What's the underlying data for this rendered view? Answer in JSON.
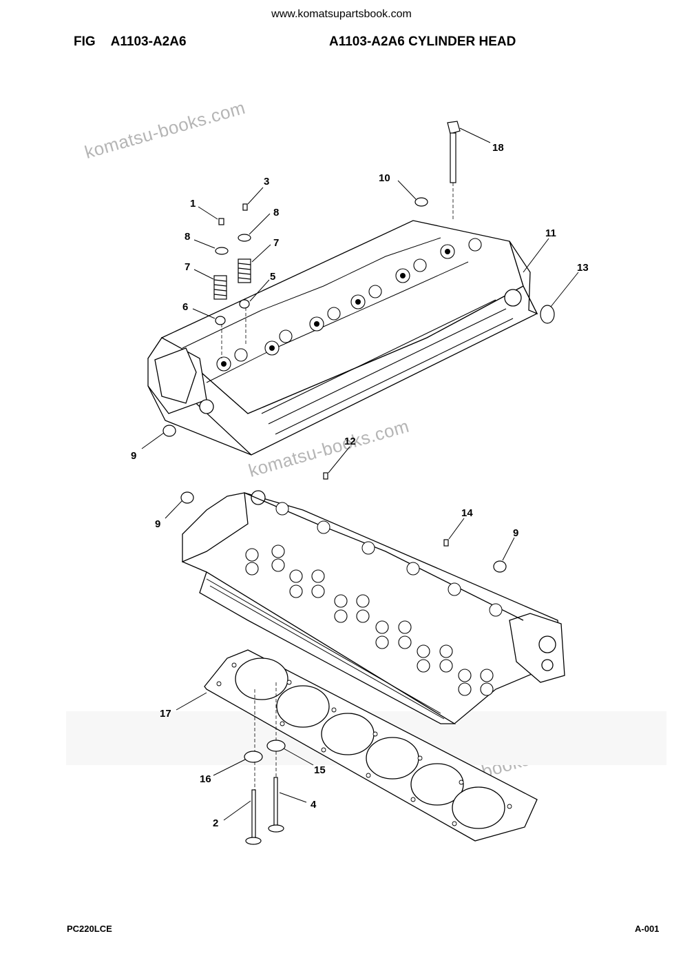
{
  "header": {
    "url": "www.komatsupartsbook.com",
    "fig_prefix": "FIG",
    "fig_code": "A1103-A2A6",
    "title": "A1103-A2A6 CYLINDER HEAD"
  },
  "watermarks": [
    "komatsu-books.com",
    "komatsu-books.com",
    "komatsu-books.com"
  ],
  "callouts": [
    {
      "id": "c18",
      "label": "18"
    },
    {
      "id": "c10",
      "label": "10"
    },
    {
      "id": "c3",
      "label": "3"
    },
    {
      "id": "c1",
      "label": "1"
    },
    {
      "id": "c8a",
      "label": "8"
    },
    {
      "id": "c8b",
      "label": "8"
    },
    {
      "id": "c7a",
      "label": "7"
    },
    {
      "id": "c7b",
      "label": "7"
    },
    {
      "id": "c5",
      "label": "5"
    },
    {
      "id": "c6",
      "label": "6"
    },
    {
      "id": "c11",
      "label": "11"
    },
    {
      "id": "c13",
      "label": "13"
    },
    {
      "id": "c9a",
      "label": "9"
    },
    {
      "id": "c12",
      "label": "12"
    },
    {
      "id": "c9b",
      "label": "9"
    },
    {
      "id": "c14",
      "label": "14"
    },
    {
      "id": "c9c",
      "label": "9"
    },
    {
      "id": "c17",
      "label": "17"
    },
    {
      "id": "c16",
      "label": "16"
    },
    {
      "id": "c15",
      "label": "15"
    },
    {
      "id": "c4",
      "label": "4"
    },
    {
      "id": "c2",
      "label": "2"
    }
  ],
  "footer": {
    "model": "PC220LCE",
    "page": "A-001"
  }
}
